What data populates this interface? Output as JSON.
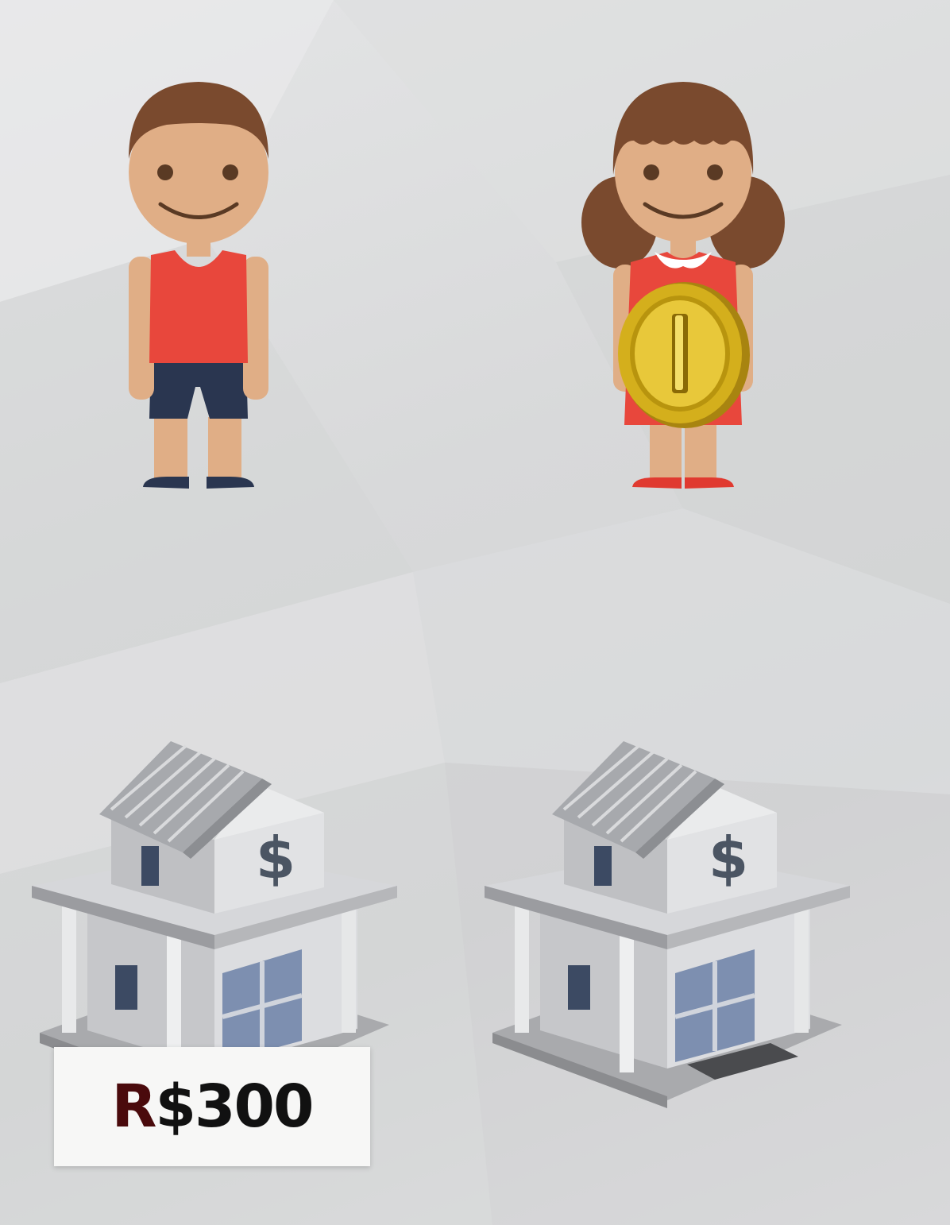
{
  "scene": {
    "characters": [
      {
        "id": "boy",
        "icon": "boy-icon",
        "holding": ""
      },
      {
        "id": "girl",
        "icon": "girl-icon",
        "holding": "gold-coin-icon"
      }
    ],
    "banks": [
      {
        "id": "bank-left",
        "icon": "bank-icon",
        "sign": "$"
      },
      {
        "id": "bank-right",
        "icon": "bank-icon",
        "sign": "$"
      }
    ],
    "price_tag": {
      "currency_prefix": "R",
      "amount_text": "$300"
    }
  },
  "colors": {
    "background": "#d9dadb",
    "shirt_red": "#e8473c",
    "shorts_navy": "#2a3650",
    "skin": "#e0ae86",
    "hair": "#7a4a2e",
    "coin_gold": "#d4af1c",
    "bank_gray": "#c9cacc",
    "price_prefix": "#4a0a0c",
    "price_text": "#111111"
  }
}
